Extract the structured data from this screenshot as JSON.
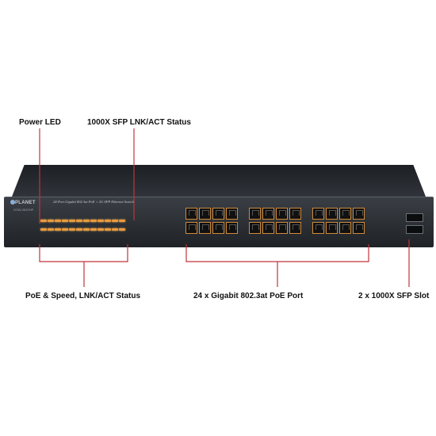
{
  "labels": {
    "power_led": "Power LED",
    "sfp_status": "1000X SFP LNK/ACT Status",
    "poe_status": "PoE & Speed, LNK/ACT Status",
    "gigabit_ports": "24 x Gigabit 802.3at PoE Port",
    "sfp_slots": "2 x 1000X SFP Slot"
  },
  "device": {
    "brand": "PLANET",
    "model": "GSW-2620HP",
    "description": "24-Port Gigabit 802.3at PoE + 2G SFP Ethernet Switch"
  },
  "colors": {
    "callout_line": "#c0343c",
    "led": "#e89a3c"
  },
  "ports": {
    "rj45_count": 24,
    "sfp_count": 2
  }
}
